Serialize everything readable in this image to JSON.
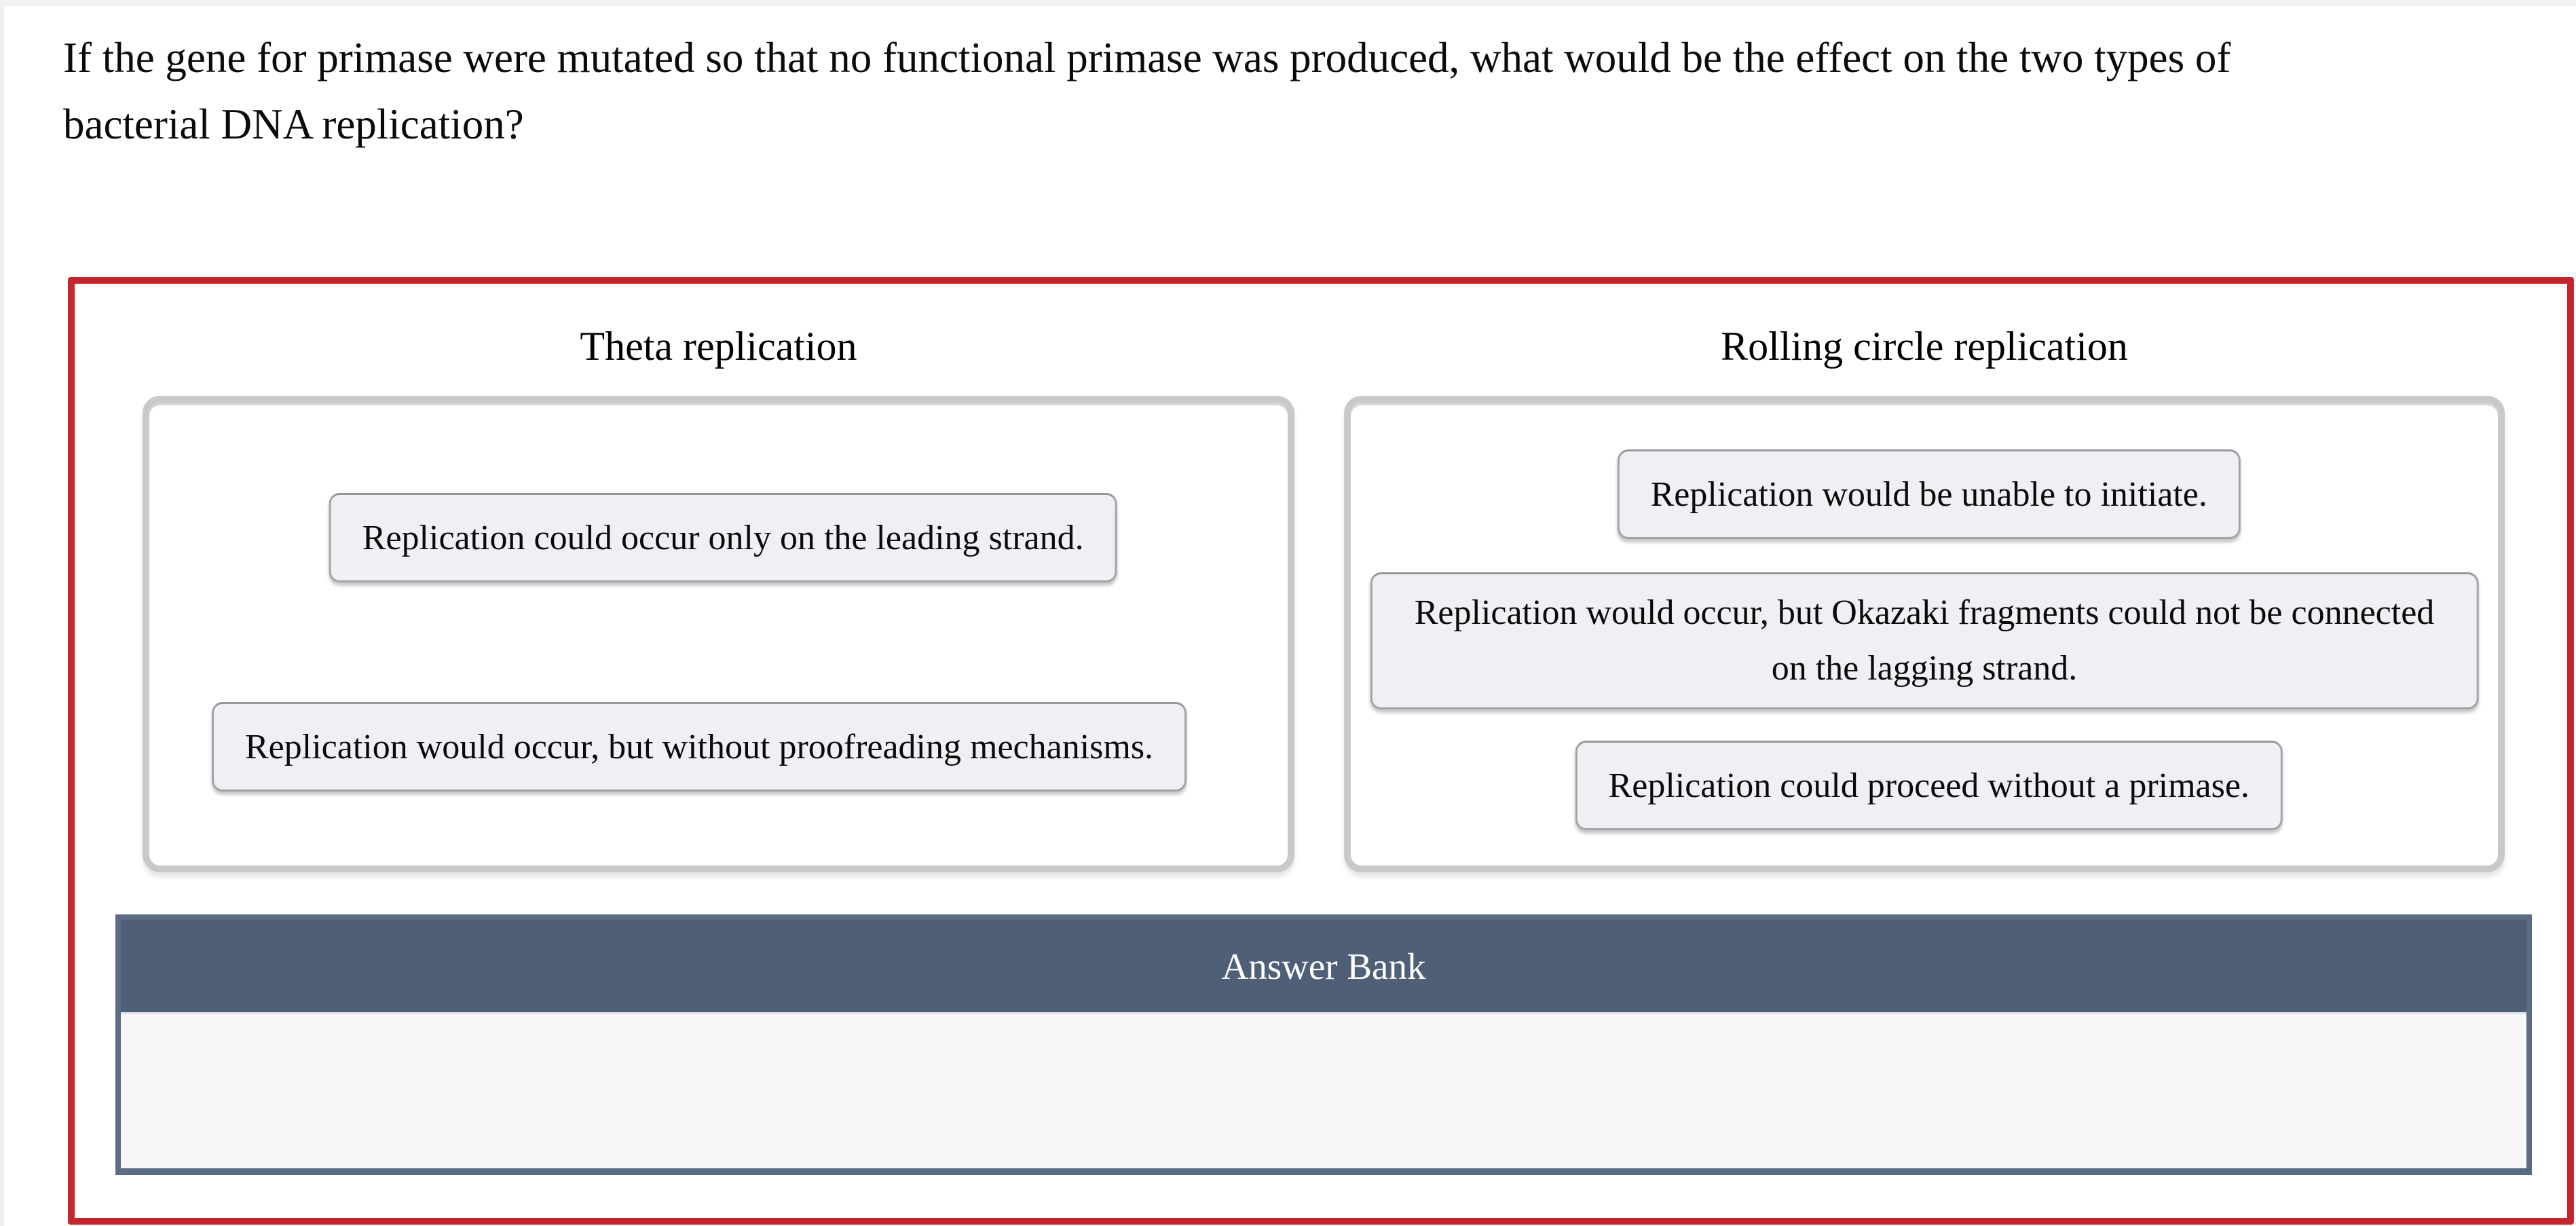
{
  "question": {
    "lines": [
      "If the gene for primase were mutated so that no functional primase was produced, what would be the effect on the two types of",
      "bacterial DNA replication?"
    ]
  },
  "bins": [
    {
      "title": "Theta replication",
      "items": [
        {
          "text": "Replication could occur only on the leading strand."
        },
        {
          "text": "Replication would occur, but without proofreading mechanisms."
        }
      ]
    },
    {
      "title": "Rolling circle replication",
      "items": [
        {
          "text": "Replication would be unable to initiate."
        },
        {
          "text": "Replication would occur, but Okazaki fragments could not be connected on the lagging strand.",
          "lines": [
            "Replication would occur, but Okazaki fragments could not be connected",
            "on the lagging strand."
          ]
        },
        {
          "text": "Replication could proceed without a primase."
        }
      ]
    }
  ],
  "answer_bank": {
    "title": "Answer Bank",
    "items": []
  },
  "colors": {
    "frame_border": "#c5262d",
    "bank_header_bg": "#4e5f77",
    "bank_border": "#5b6b83",
    "bin_border": "#c9c9c9",
    "chip_bg": "#eff0f4",
    "chip_border": "#a2a3a7",
    "page_bg": "#f0f0f1"
  }
}
